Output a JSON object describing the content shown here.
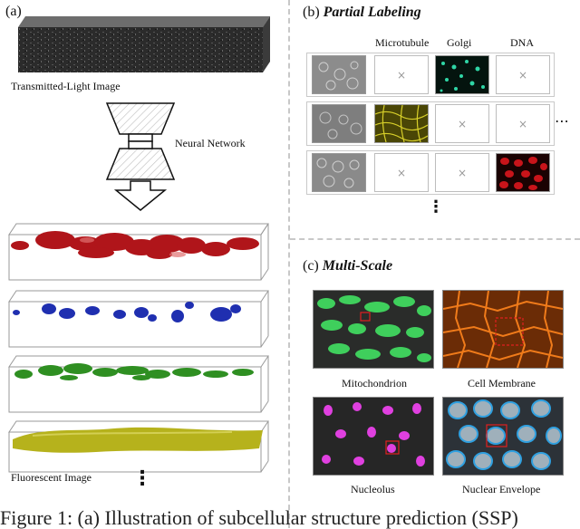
{
  "panel_a": {
    "label": "(a)",
    "input_label": "Transmitted-Light Image",
    "network_label": "Neural Network",
    "output_label": "Fluorescent Image",
    "more_glyph": "⋮",
    "volume_colors": [
      "#b0151a",
      "#1f2fb0",
      "#2f8f22",
      "#b6b21c"
    ]
  },
  "panel_b": {
    "label": "(b)",
    "title": "Partial Labeling",
    "columns": [
      "Microtubule",
      "Golgi",
      "DNA"
    ],
    "missing_glyph": "×",
    "row_more_glyph": "⋯",
    "col_more_glyph": "⋮",
    "rows": [
      {
        "cells": [
          "input",
          "missing",
          "golgi",
          "missing"
        ]
      },
      {
        "cells": [
          "input",
          "microtubule",
          "missing",
          "missing"
        ]
      },
      {
        "cells": [
          "input",
          "missing",
          "missing",
          "dna"
        ]
      }
    ]
  },
  "panel_c": {
    "label": "(c)",
    "title": "Multi-Scale",
    "images": [
      {
        "caption": "Mitochondrion",
        "color": "#3fcf5c"
      },
      {
        "caption": "Cell Membrane",
        "color": "#f07b1a"
      },
      {
        "caption": "Nucleolus",
        "color": "#e040e0"
      },
      {
        "caption": "Nuclear Envelope",
        "color": "#2fa0e0"
      }
    ]
  },
  "caption_fragment": "Figure 1: (a) Illustration of subcellular structure prediction (SSP)"
}
